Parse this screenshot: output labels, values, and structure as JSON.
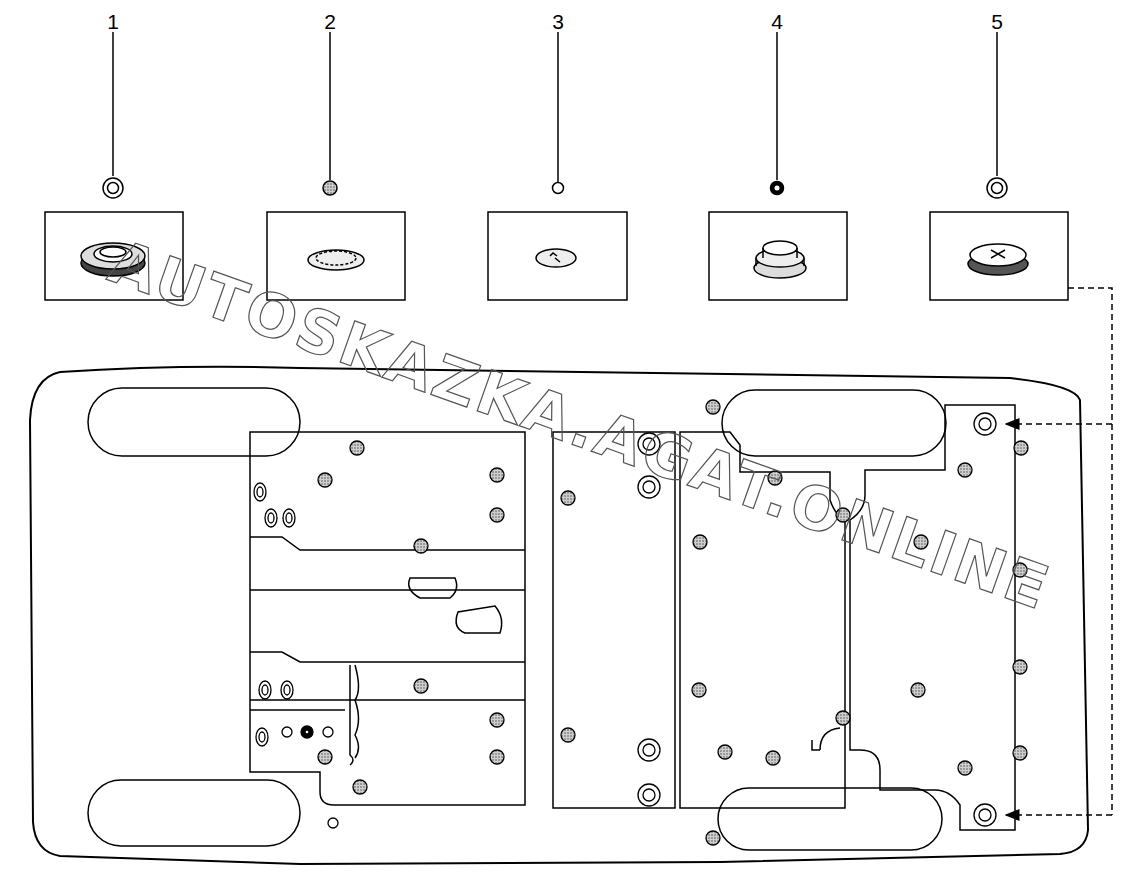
{
  "diagram": {
    "labels": [
      "1",
      "2",
      "3",
      "4",
      "5",
      "AUTOSKAZKA.AGAT.ONLINE"
    ]
  }
}
